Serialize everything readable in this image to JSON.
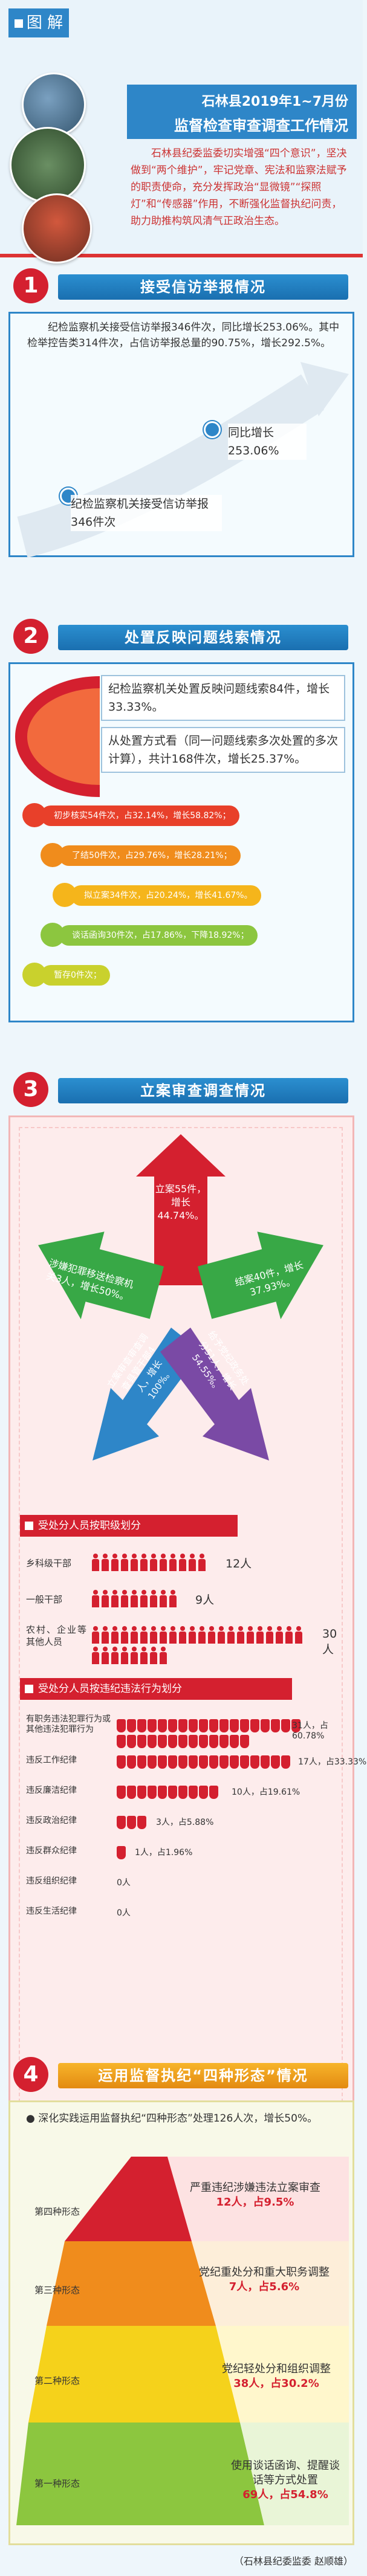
{
  "header": {
    "tag": "图 解",
    "title_line1": "石林县2019年1~7月份",
    "title_line2": "监督检查审查调查工作情况",
    "intro": "石林县纪委监委切实增强“四个意识”，坚决做到“两个维护”，牢记党章、宪法和监察法赋予的职责使命，充分发挥政治“显微镜”“探照灯”和“传感器”作用，不断强化监督执纪问责，助力助推构筑风清气正政治生态。"
  },
  "s1": {
    "num": "1",
    "title": "接受信访举报情况",
    "text": "纪检监察机关接受信访举报346件次，同比增长253.06%。其中检举控告类314件次，占信访举报总量的90.75%，增长292.5%。",
    "label_a": "纪检监察机关接受信访举报346件次",
    "label_b": "同比增长253.06%"
  },
  "s2": {
    "num": "2",
    "title": "处置反映问题线索情况",
    "box1": "纪检监察机关处置反映问题线索84件，增长33.33%。",
    "box2": "从处置方式看（同一问题线索多次处置的多次计算），共计168件次，增长25.37%。",
    "pills": [
      {
        "text": "初步核实54件次，占32.14%，增长58.82%；",
        "color": "#e8402a"
      },
      {
        "text": "了结50件次，占29.76%，增长28.21%；",
        "color": "#f08c1c"
      },
      {
        "text": "拟立案34件次，占20.24%，增长41.67%。",
        "color": "#f5b51b"
      },
      {
        "text": "谈话函询30件次，占17.86%，下降18.92%；",
        "color": "#8cc63f"
      },
      {
        "text": "暂存0件次；",
        "color": "#c9d12d"
      }
    ]
  },
  "s3": {
    "num": "3",
    "title": "立案审查调查情况",
    "arrow_top": "立案55件，增长44.74%。",
    "arrow_left": "涉嫌犯罪移送检察机关3人，增长50%。",
    "arrow_right": "结案40件，增长37.93%。",
    "arrow_bl": "立案审查审查调查县管干部4人，增长100%。",
    "arrow_br": "给予党纪政务处分51人，增长54.55%。",
    "rank_title": "受处分人员按职级划分",
    "ranks": [
      {
        "label": "乡科级干部",
        "count": 12,
        "value": "12人"
      },
      {
        "label": "一般干部",
        "count": 9,
        "value": "9人"
      },
      {
        "label": "农村、企业等其他人员",
        "count": 30,
        "value": "30人"
      }
    ],
    "cat_title": "受处分人员按违纪违法行为划分",
    "cats": [
      {
        "label": "有职务违法犯罪行为或其他违法犯罪行为",
        "count": 31,
        "value": "31人，占60.78%"
      },
      {
        "label": "违反工作纪律",
        "count": 17,
        "value": "17人，占33.33%"
      },
      {
        "label": "违反廉洁纪律",
        "count": 10,
        "value": "10人，占19.61%"
      },
      {
        "label": "违反政治纪律",
        "count": 3,
        "value": "3人，占5.88%"
      },
      {
        "label": "违反群众纪律",
        "count": 1,
        "value": "1人，占1.96%"
      },
      {
        "label": "违反组织纪律",
        "count": 0,
        "value": "0人"
      },
      {
        "label": "违反生活纪律",
        "count": 0,
        "value": "0人"
      }
    ]
  },
  "s4": {
    "num": "4",
    "title": "运用监督执纪“四种形态”情况",
    "intro": "深化实践运用监督执纪“四种形态”处理126人次，增长50%。",
    "levels": [
      {
        "label": "第四种形态",
        "text": "严重违纪涉嫌违法立案审查",
        "num": "12人，占9.5%"
      },
      {
        "label": "第三种形态",
        "text": "党纪重处分和重大职务调整",
        "num": "7人，占5.6%"
      },
      {
        "label": "第二种形态",
        "text": "党纪轻处分和组织调整",
        "num": "38人，占30.2%"
      },
      {
        "label": "第一种形态",
        "text": "使用谈话函询、提醒谈话等方式处置",
        "num": "69人，占54.8%"
      }
    ]
  },
  "footer": "（石林县纪委监委 赵顺雄）"
}
